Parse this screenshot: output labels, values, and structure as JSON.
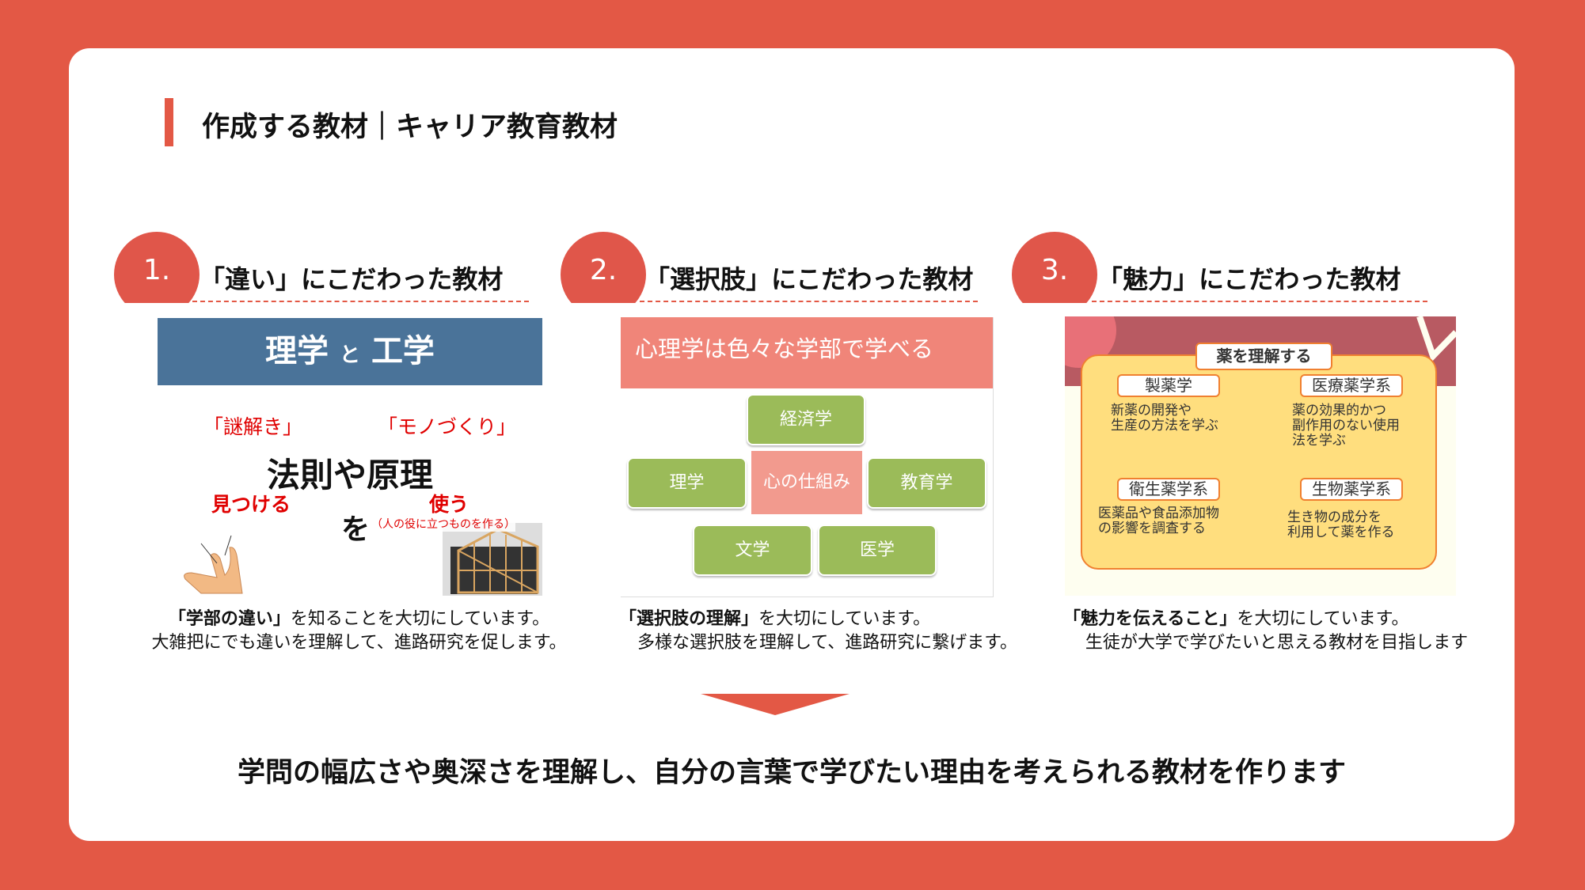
{
  "title": "作成する教材｜キャリア教育教材",
  "sections": [
    {
      "number": "1.",
      "heading": "「違い」にこだわった教材",
      "caption_bold": "「学部の違い」",
      "caption_rest": "を知ることを大切にしています。",
      "caption_line2": "大雑把にでも違いを理解して、進路研究を促します。",
      "image": {
        "banner_left": "理学",
        "banner_mid": "と",
        "banner_right": "工学",
        "tag_left": "「謎解き」",
        "tag_right": "「モノづくり」",
        "center": "法則や原理",
        "verb_left": "見つける",
        "particle": "を",
        "verb_right": "使う",
        "note": "（人の役に立つものを作る）"
      }
    },
    {
      "number": "2.",
      "heading": "「選択肢」にこだわった教材",
      "caption_bold": "「選択肢の理解」",
      "caption_rest": "を大切にしています。",
      "caption_line2": "多様な選択肢を理解して、進路研究に繋げます。",
      "image": {
        "banner": "心理学は色々な学部で学べる",
        "center": "心の仕組み",
        "boxes": [
          "経済学",
          "理学",
          "教育学",
          "文学",
          "医学"
        ]
      }
    },
    {
      "number": "3.",
      "heading": "「魅力」にこだわった教材",
      "caption_bold": "「魅力を伝えること」",
      "caption_rest": "を大切にしています。",
      "caption_line2": "生徒が大学で学びたいと思える教材を目指します",
      "image": {
        "title": "薬を理解する",
        "items": [
          {
            "label": "製薬学",
            "desc": "新薬の開発や\n生産の方法を学ぶ"
          },
          {
            "label": "医療薬学系",
            "desc": "薬の効果的かつ\n副作用のない使用\n法を学ぶ"
          },
          {
            "label": "衛生薬学系",
            "desc": "医薬品や食品添加物\nの影響を調査する"
          },
          {
            "label": "生物薬学系",
            "desc": "生き物の成分を\n利用して薬を作る"
          }
        ]
      }
    }
  ],
  "conclusion": "学問の幅広さや奥深さを理解し、自分の言葉で学びたい理由を考えられる教材を作ります",
  "colors": {
    "background": "#E35845",
    "banner_blue": "#4A7399",
    "banner_pink": "#F08579",
    "green": "#9BBB59",
    "yellow": "#FFDE7E"
  }
}
